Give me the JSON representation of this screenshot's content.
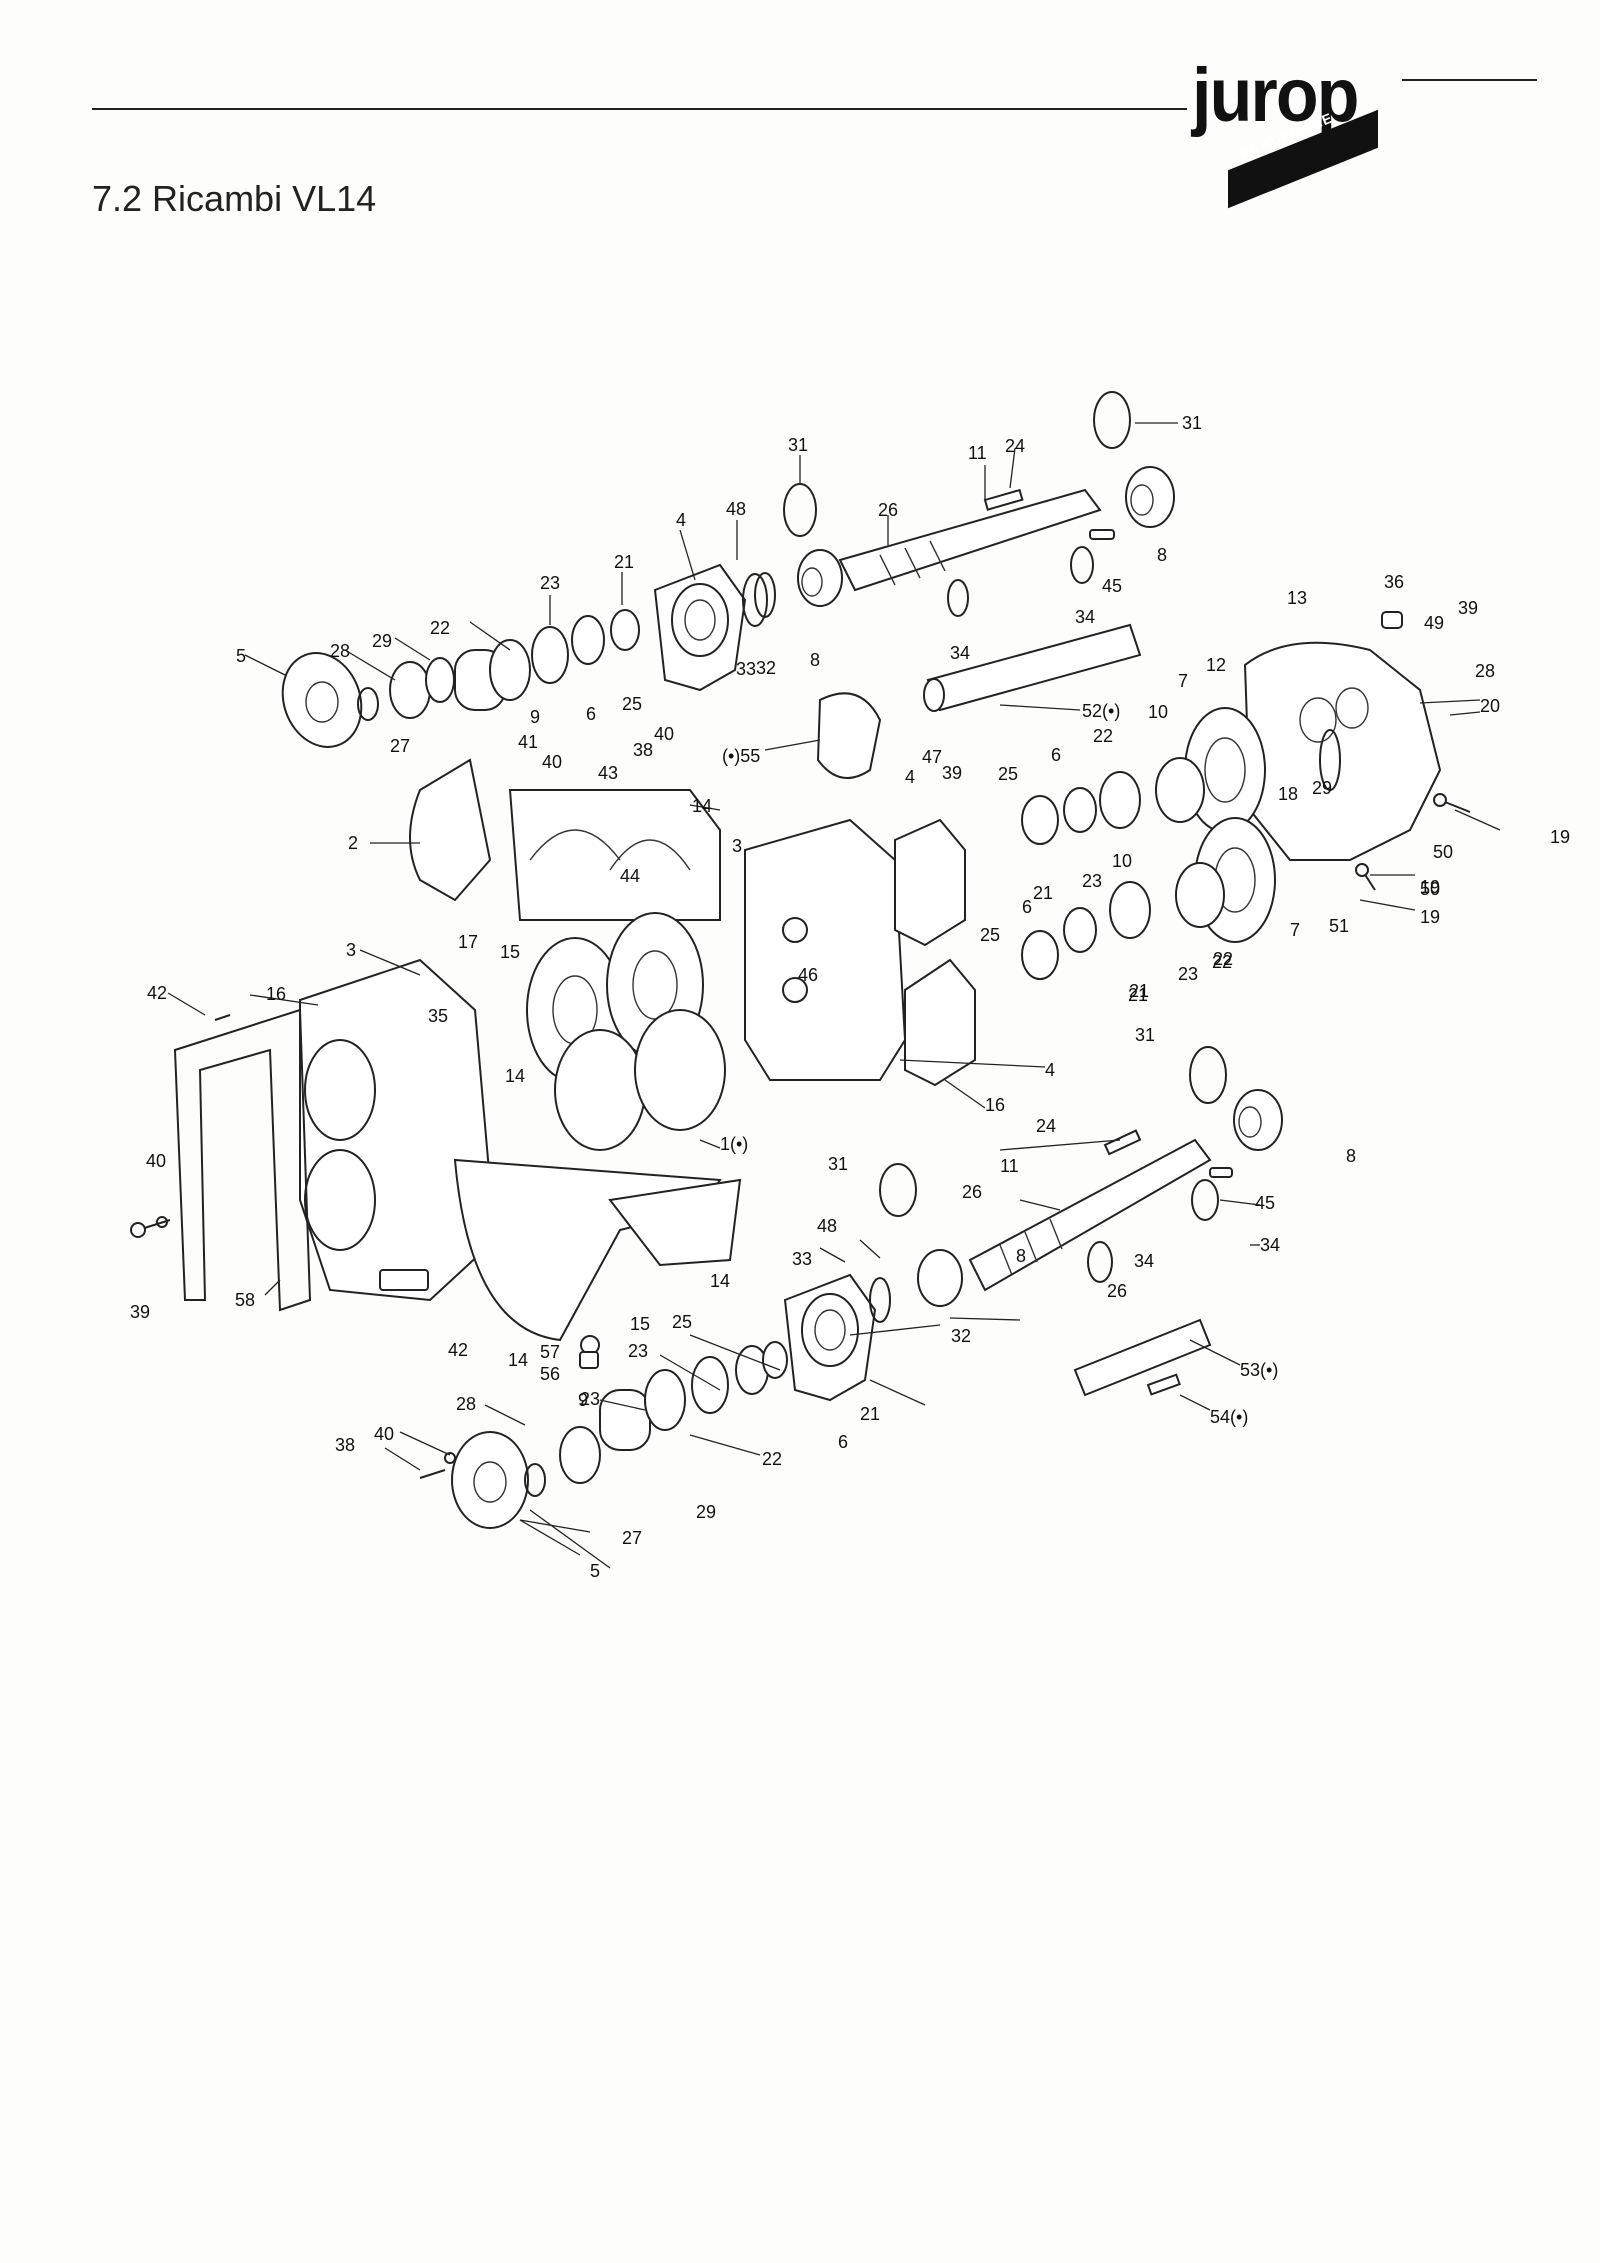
{
  "header": {
    "brand": "jurop",
    "brand_sub": "PORDENONE",
    "title": "7.2 Ricambi VL14"
  },
  "diagram": {
    "part_labels": [
      "1(•)",
      "2",
      "3",
      "3",
      "4",
      "4",
      "4",
      "5",
      "5",
      "6",
      "6",
      "6",
      "6",
      "7",
      "7",
      "8",
      "8",
      "8",
      "8",
      "9",
      "9",
      "10",
      "10",
      "11",
      "11",
      "12",
      "13",
      "14",
      "14",
      "14",
      "14",
      "15",
      "15",
      "16",
      "16",
      "17",
      "18",
      "19",
      "19",
      "19",
      "20",
      "21",
      "21",
      "21",
      "21",
      "21",
      "22",
      "22",
      "22",
      "22",
      "22",
      "23",
      "23",
      "23",
      "23",
      "23",
      "24",
      "24",
      "25",
      "25",
      "25",
      "25",
      "26",
      "26",
      "26",
      "27",
      "27",
      "28",
      "28",
      "28",
      "29",
      "29",
      "29",
      "31",
      "31",
      "31",
      "31",
      "32",
      "32",
      "33",
      "33",
      "34",
      "34",
      "34",
      "34",
      "35",
      "36",
      "38",
      "38",
      "39",
      "39",
      "39",
      "40",
      "40",
      "40",
      "40",
      "41",
      "42",
      "42",
      "43",
      "44",
      "45",
      "45",
      "46",
      "47",
      "48",
      "48",
      "49",
      "50",
      "50",
      "51",
      "52(•)",
      "(•)55",
      "53(•)",
      "54(•)",
      "56",
      "57",
      "58"
    ]
  }
}
